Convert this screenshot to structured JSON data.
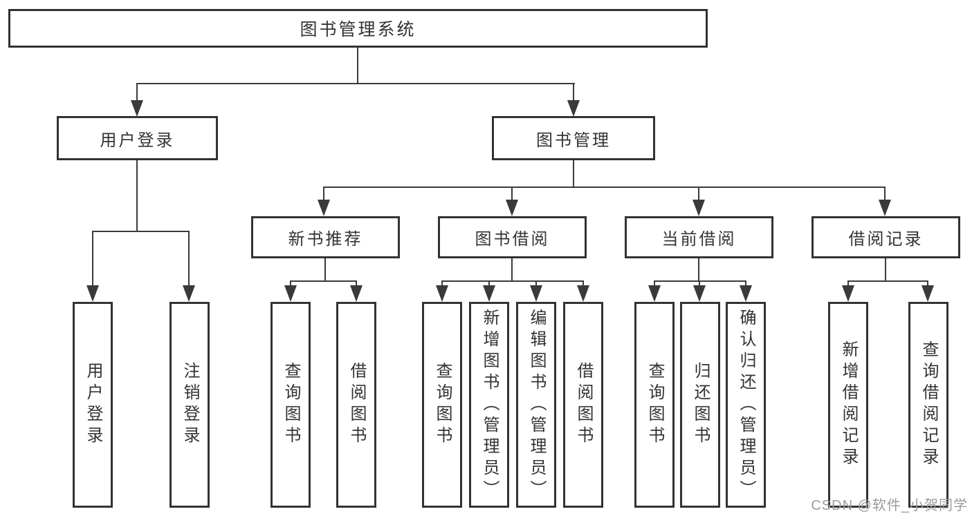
{
  "tree": {
    "root": {
      "label": "图书管理系统",
      "children": [
        {
          "label": "用户登录",
          "children": [
            {
              "label": "用户登录"
            },
            {
              "label": "注销登录"
            }
          ]
        },
        {
          "label": "图书管理",
          "children": [
            {
              "label": "新书推荐",
              "children": [
                {
                  "label": "查询图书"
                },
                {
                  "label": "借阅图书"
                }
              ]
            },
            {
              "label": "图书借阅",
              "children": [
                {
                  "label": "查询图书"
                },
                {
                  "label": "新增图书（管理员）"
                },
                {
                  "label": "编辑图书（管理员）"
                },
                {
                  "label": "借阅图书"
                }
              ]
            },
            {
              "label": "当前借阅",
              "children": [
                {
                  "label": "查询图书"
                },
                {
                  "label": "归还图书"
                },
                {
                  "label": "确认归还（管理员）"
                }
              ]
            },
            {
              "label": "借阅记录",
              "children": [
                {
                  "label": "新增借阅记录"
                },
                {
                  "label": "查询借阅记录"
                }
              ]
            }
          ]
        }
      ]
    }
  },
  "watermark": {
    "text": "CSDN @软件_小贺同学"
  },
  "colors": {
    "box_border": "#323232",
    "line": "#3a3a3a",
    "text": "#333333",
    "watermark": "#9b9b9b",
    "background": "#ffffff"
  }
}
